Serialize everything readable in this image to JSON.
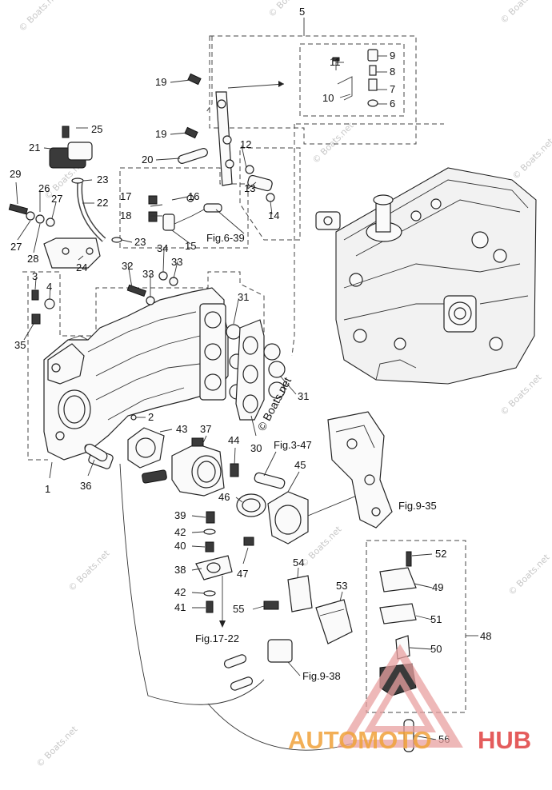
{
  "callouts": [
    {
      "id": "c1",
      "text": "1"
    },
    {
      "id": "c2",
      "text": "2"
    },
    {
      "id": "c3",
      "text": "3"
    },
    {
      "id": "c4",
      "text": "4"
    },
    {
      "id": "c5",
      "text": "5"
    },
    {
      "id": "c6",
      "text": "6"
    },
    {
      "id": "c7",
      "text": "7"
    },
    {
      "id": "c8",
      "text": "8"
    },
    {
      "id": "c9",
      "text": "9"
    },
    {
      "id": "c10",
      "text": "10"
    },
    {
      "id": "c11",
      "text": "11"
    },
    {
      "id": "c12",
      "text": "12"
    },
    {
      "id": "c13",
      "text": "13"
    },
    {
      "id": "c14",
      "text": "14"
    },
    {
      "id": "c15",
      "text": "15"
    },
    {
      "id": "c16",
      "text": "16"
    },
    {
      "id": "c17",
      "text": "17"
    },
    {
      "id": "c18",
      "text": "18"
    },
    {
      "id": "c19a",
      "text": "19"
    },
    {
      "id": "c19b",
      "text": "19"
    },
    {
      "id": "c20",
      "text": "20"
    },
    {
      "id": "c21",
      "text": "21"
    },
    {
      "id": "c22",
      "text": "22"
    },
    {
      "id": "c23a",
      "text": "23"
    },
    {
      "id": "c23b",
      "text": "23"
    },
    {
      "id": "c24",
      "text": "24"
    },
    {
      "id": "c25",
      "text": "25"
    },
    {
      "id": "c26",
      "text": "26"
    },
    {
      "id": "c27a",
      "text": "27"
    },
    {
      "id": "c27b",
      "text": "27"
    },
    {
      "id": "c28",
      "text": "28"
    },
    {
      "id": "c29",
      "text": "29"
    },
    {
      "id": "c30",
      "text": "30"
    },
    {
      "id": "c31a",
      "text": "31"
    },
    {
      "id": "c31b",
      "text": "31"
    },
    {
      "id": "c32",
      "text": "32"
    },
    {
      "id": "c33a",
      "text": "33"
    },
    {
      "id": "c33b",
      "text": "33"
    },
    {
      "id": "c34",
      "text": "34"
    },
    {
      "id": "c35",
      "text": "35"
    },
    {
      "id": "c36",
      "text": "36"
    },
    {
      "id": "c37",
      "text": "37"
    },
    {
      "id": "c38",
      "text": "38"
    },
    {
      "id": "c39",
      "text": "39"
    },
    {
      "id": "c40",
      "text": "40"
    },
    {
      "id": "c41",
      "text": "41"
    },
    {
      "id": "c42a",
      "text": "42"
    },
    {
      "id": "c42b",
      "text": "42"
    },
    {
      "id": "c43",
      "text": "43"
    },
    {
      "id": "c44",
      "text": "44"
    },
    {
      "id": "c45",
      "text": "45"
    },
    {
      "id": "c46",
      "text": "46"
    },
    {
      "id": "c47",
      "text": "47"
    },
    {
      "id": "c48",
      "text": "48"
    },
    {
      "id": "c49",
      "text": "49"
    },
    {
      "id": "c50",
      "text": "50"
    },
    {
      "id": "c51",
      "text": "51"
    },
    {
      "id": "c52",
      "text": "52"
    },
    {
      "id": "c53",
      "text": "53"
    },
    {
      "id": "c54",
      "text": "54"
    },
    {
      "id": "c55",
      "text": "55"
    },
    {
      "id": "c56",
      "text": "56"
    }
  ],
  "figure_refs": {
    "fig_6_39": "Fig.6-39",
    "fig_3_47": "Fig.3-47",
    "fig_9_35": "Fig.9-35",
    "fig_17_22": "Fig.17-22",
    "fig_9_38": "Fig.9-38"
  },
  "watermark": {
    "text": "© Boats.net",
    "center_text": "© Boats.net"
  },
  "logo": {
    "part1": "AUTOMOTO",
    "part2": "HUB",
    "color1": "#f0a23a",
    "color2": "#e04040"
  }
}
